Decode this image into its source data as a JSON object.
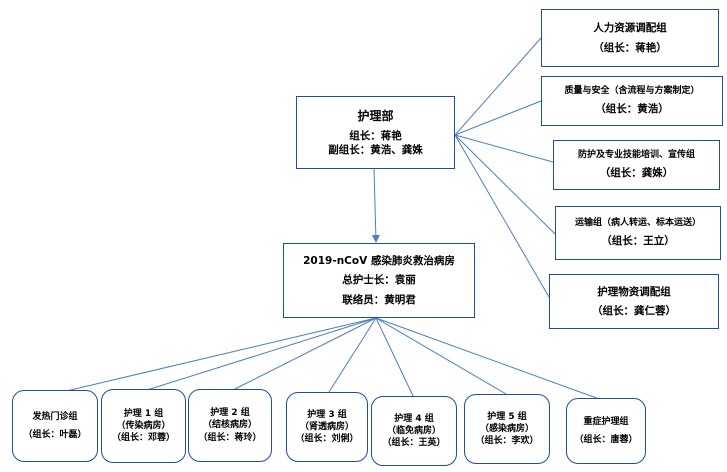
{
  "nursing_dept": {
    "title": "护理部",
    "leader": "组长：蒋艳",
    "deputy": "副组长：黄浩、龚姝"
  },
  "right_groups": [
    {
      "name": "人力资源调配组",
      "leader": "（组长：蒋艳）"
    },
    {
      "name": "质量与安全（含流程与方案制定）",
      "leader": "（组长：黄浩）"
    },
    {
      "name": "防护及专业技能培训、宣传组",
      "leader": "（组长：龚姝）"
    },
    {
      "name": "运输组（病人转运、标本运送）",
      "leader": "（组长：王立）"
    },
    {
      "name": "护理物资调配组",
      "leader": "（组长：龚仁蓉）"
    }
  ],
  "ward": {
    "title": "2019-nCoV 感染肺炎救治病房",
    "head_nurse": "总护士长：袁丽",
    "liaison": "联络员：黄明君"
  },
  "bottom_groups": [
    {
      "name": "发热门诊组",
      "leader": "（组长：叶磊）"
    },
    {
      "name": "护理 1 组",
      "sub": "（传染病房）",
      "leader": "（组长：邓蓉）"
    },
    {
      "name": "护理 2 组",
      "sub": "（结核病房）",
      "leader": "（组长：蒋玲）"
    },
    {
      "name": "护理 3 组",
      "sub": "（肾透病房）",
      "leader": "（组长：刘俐）"
    },
    {
      "name": "护理 4 组",
      "sub": "（临免病房）",
      "leader": "（组长：王英）"
    },
    {
      "name": "护理 5 组",
      "sub": "（感染病房）",
      "leader": "（组长：李欢）"
    },
    {
      "name": "重症护理组",
      "leader": "（组长：唐蓉）"
    }
  ],
  "colors": {
    "line": "#4a7ec2",
    "border": "#1f4e9c"
  }
}
